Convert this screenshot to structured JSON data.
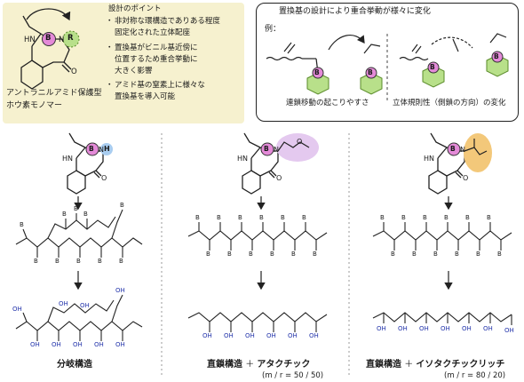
{
  "design_box": {
    "heading": "設計のポイント",
    "points": [
      "非対称な環構造でありある程度",
      "固定化された立体配座",
      "置換基がビニル基近傍に",
      "位置するため重合挙動に",
      "大きく影響",
      "アミド基の窒素上に様々な",
      "置換基を導入可能"
    ],
    "monomer_caption_line1": "アントラニルアミド保護型",
    "monomer_caption_line2": "ホウ素モノマー",
    "atom_labels": {
      "hn": "HN",
      "b": "B",
      "n": "N",
      "o": "O",
      "r": "R"
    }
  },
  "example_box": {
    "title": "置換基の設計により重合挙動が様々に変化",
    "example_label": "例：",
    "caption_left": "連鎖移動の起こりやすさ",
    "caption_right": "立体規則性（側鎖の方向）の変化",
    "atom_b": "B"
  },
  "columns": [
    {
      "monomer_h": "H",
      "result_label": "分岐構造",
      "result_sub": ""
    },
    {
      "result_label_bold": "直鎖構造",
      "result_label_plus": "＋",
      "result_label_tacticity": "アタクチック",
      "ratio_text": "(m / r = 50 / 50)"
    },
    {
      "result_label_bold": "直鎖構造",
      "result_label_plus": "＋",
      "result_label_tacticity": "イソタクチックリッチ",
      "ratio_text": "(m / r = 80 / 20)"
    }
  ],
  "atoms": {
    "hn": "HN",
    "b": "B",
    "n": "N",
    "o": "O",
    "oh": "OH"
  },
  "colors": {
    "boron_pink": "#e48ad8",
    "h_blue": "#a9cdf0",
    "methoxy_violet": "#e4c9ef",
    "alkyl_orange": "#f3c87a",
    "r_green": "#b8e08a",
    "oh_blue": "#2233aa"
  }
}
